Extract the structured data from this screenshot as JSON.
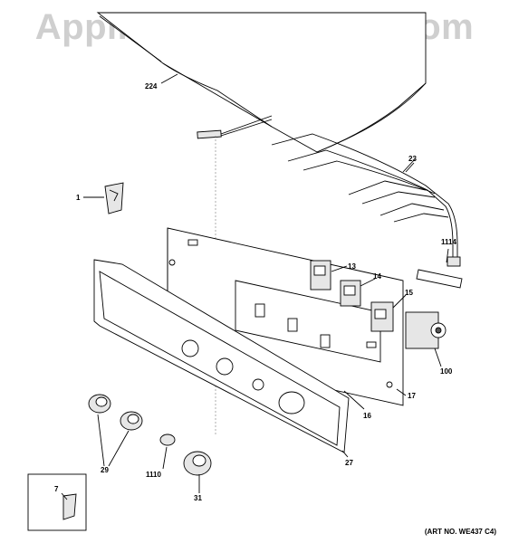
{
  "watermark": "AppliancePartsPros.com",
  "art_number": "(ART NO. WE437 C4)",
  "callouts": {
    "c224": "224",
    "c23": "23",
    "c1": "1",
    "c1114": "1114",
    "c13": "13",
    "c14": "14",
    "c15": "15",
    "c100": "100",
    "c17": "17",
    "c16": "16",
    "c27": "27",
    "c29": "29",
    "c1110": "1110",
    "c31": "31",
    "c7": "7"
  }
}
